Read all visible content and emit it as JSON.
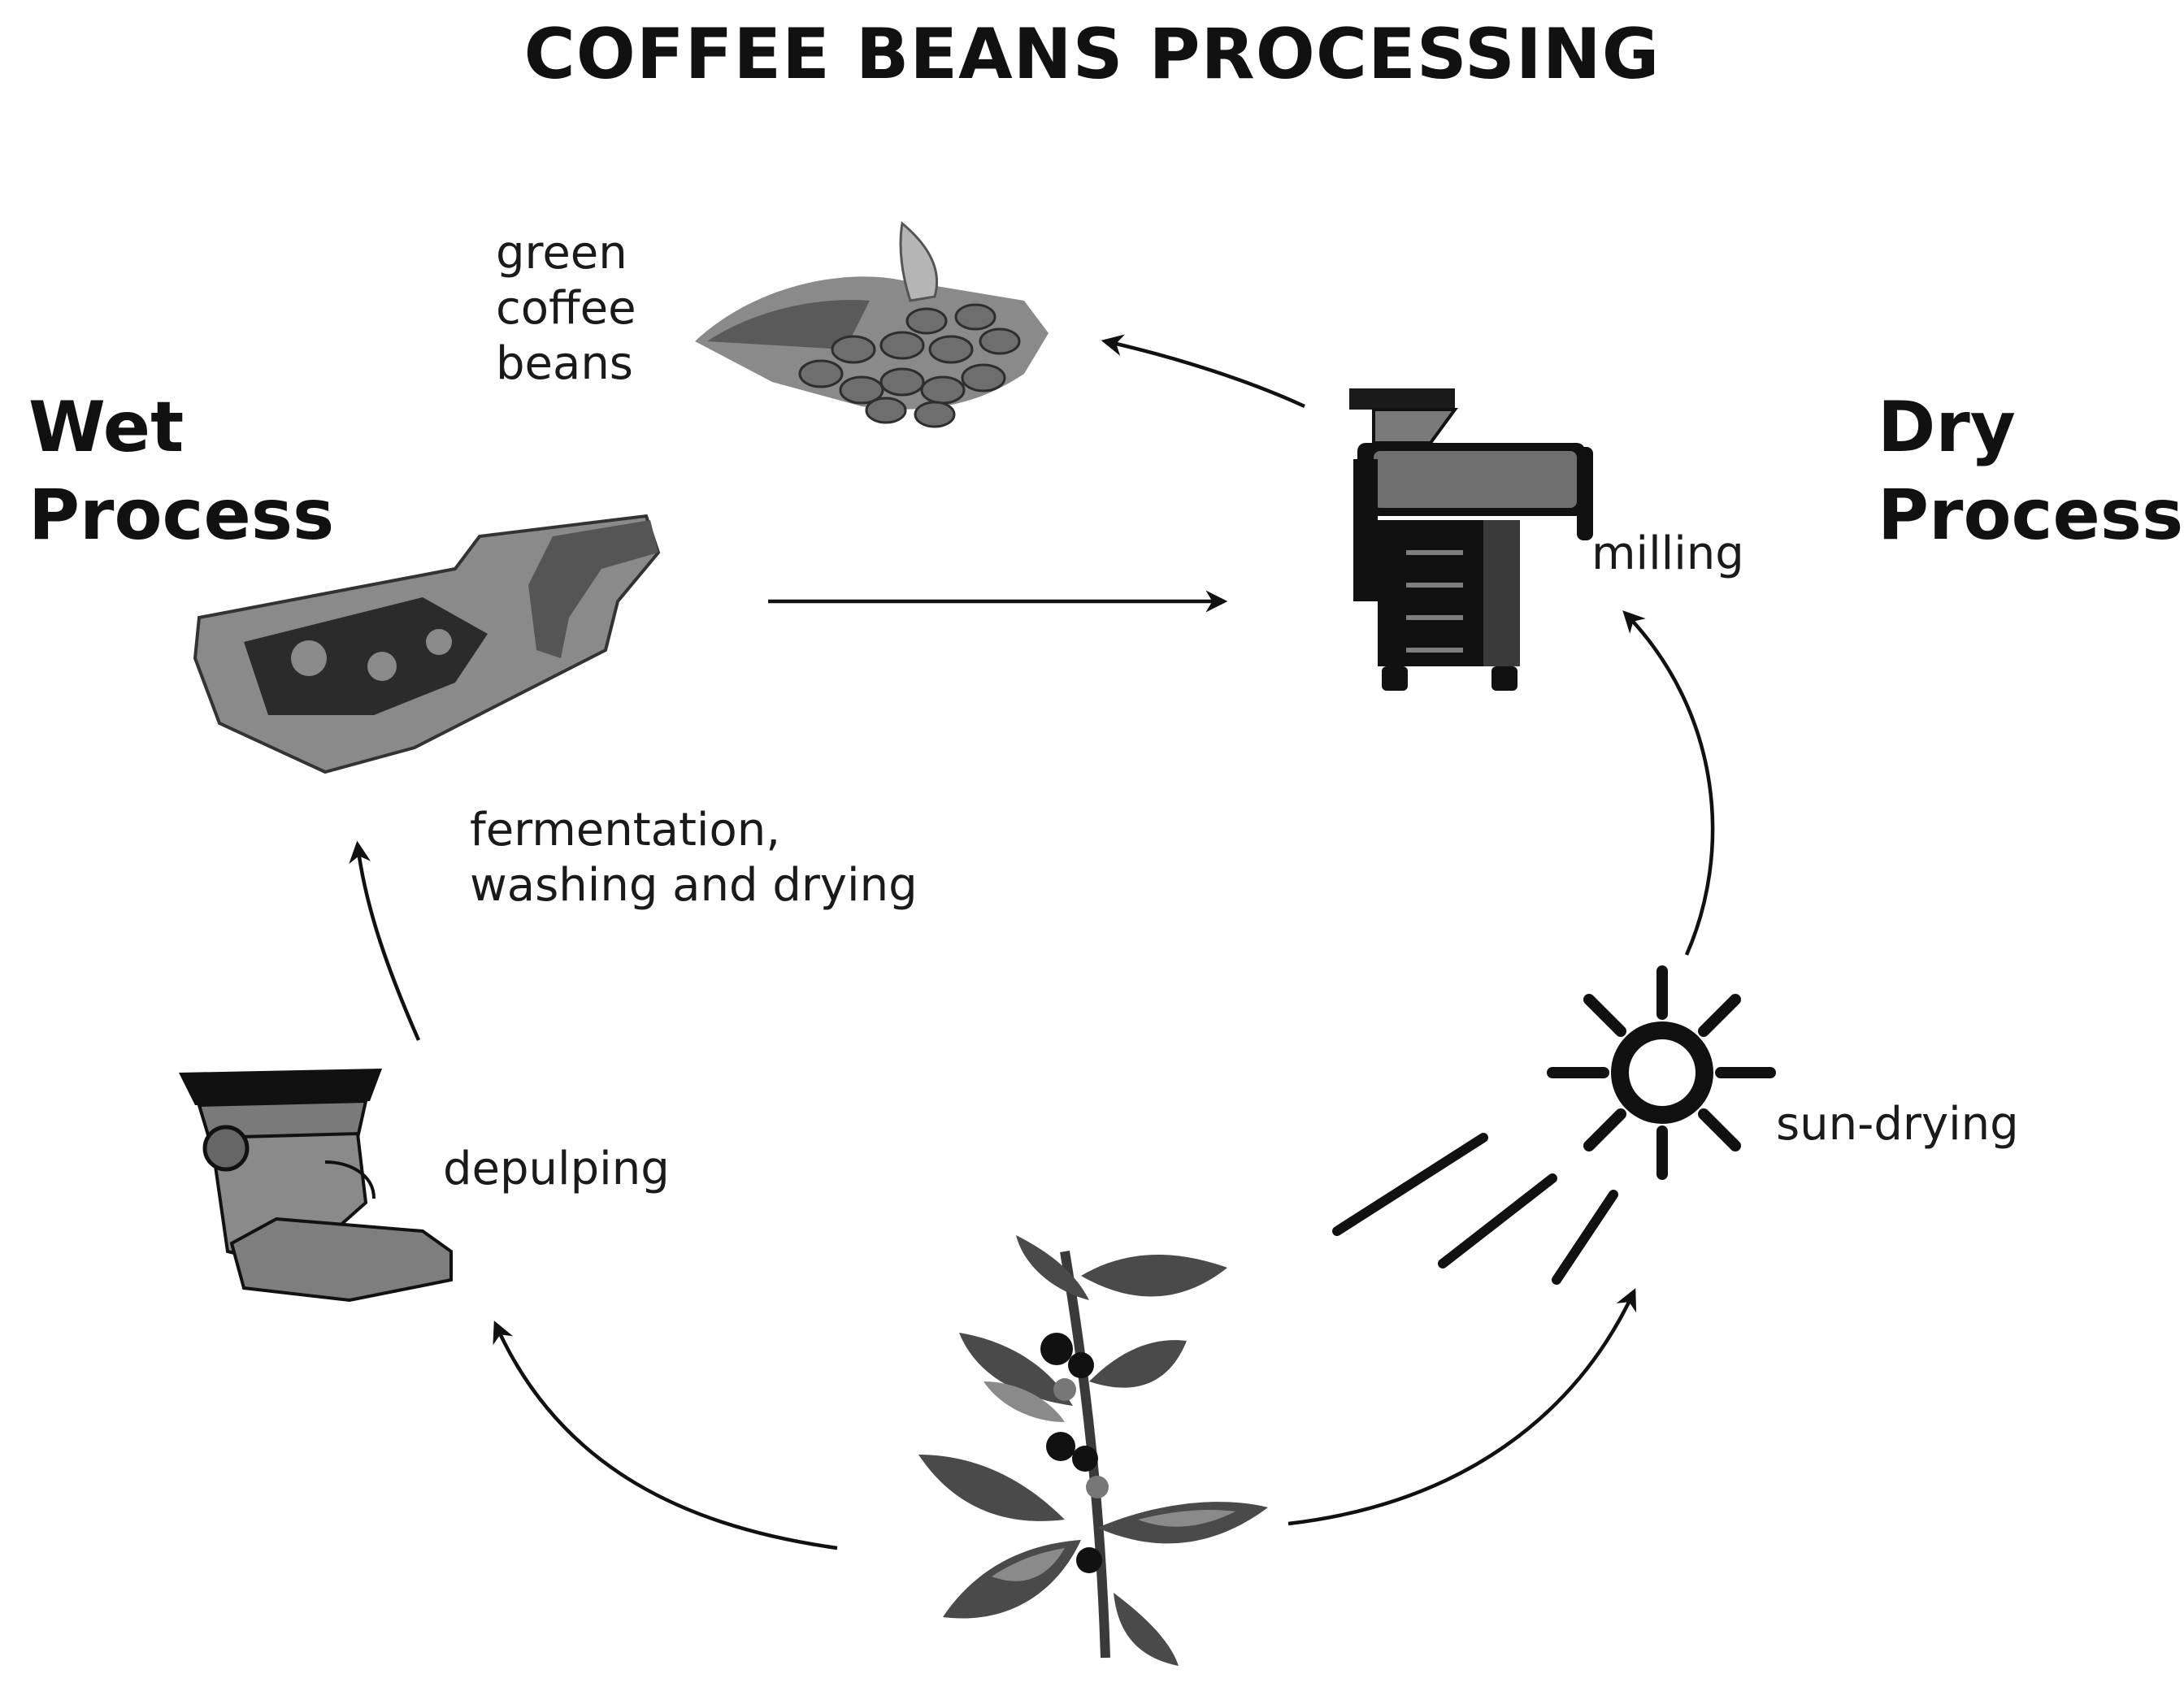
{
  "title": "COFFEE BEANS PROCESSING",
  "wet_process": {
    "line1": "Wet",
    "line2": "Process"
  },
  "dry_process": {
    "line1": "Dry",
    "line2": "Process"
  },
  "steps": {
    "green_beans": {
      "line1": "green",
      "line2": "coffee",
      "line3": "beans"
    },
    "milling": "milling",
    "fermentation": {
      "line1": "fermentation,",
      "line2": "washing and drying"
    },
    "depulping": "depulping",
    "sun_drying": "sun-drying"
  },
  "colors": {
    "ink": "#111111",
    "dark_gray": "#3a3a3a",
    "mid_gray": "#7d7d7d",
    "light_gray": "#b5b5b5"
  },
  "icons": [
    "green-coffee-beans-sack-icon",
    "milling-machine-icon",
    "fermentation-tank-icon",
    "depulping-machine-icon",
    "sun-icon",
    "coffee-plant-icon"
  ]
}
